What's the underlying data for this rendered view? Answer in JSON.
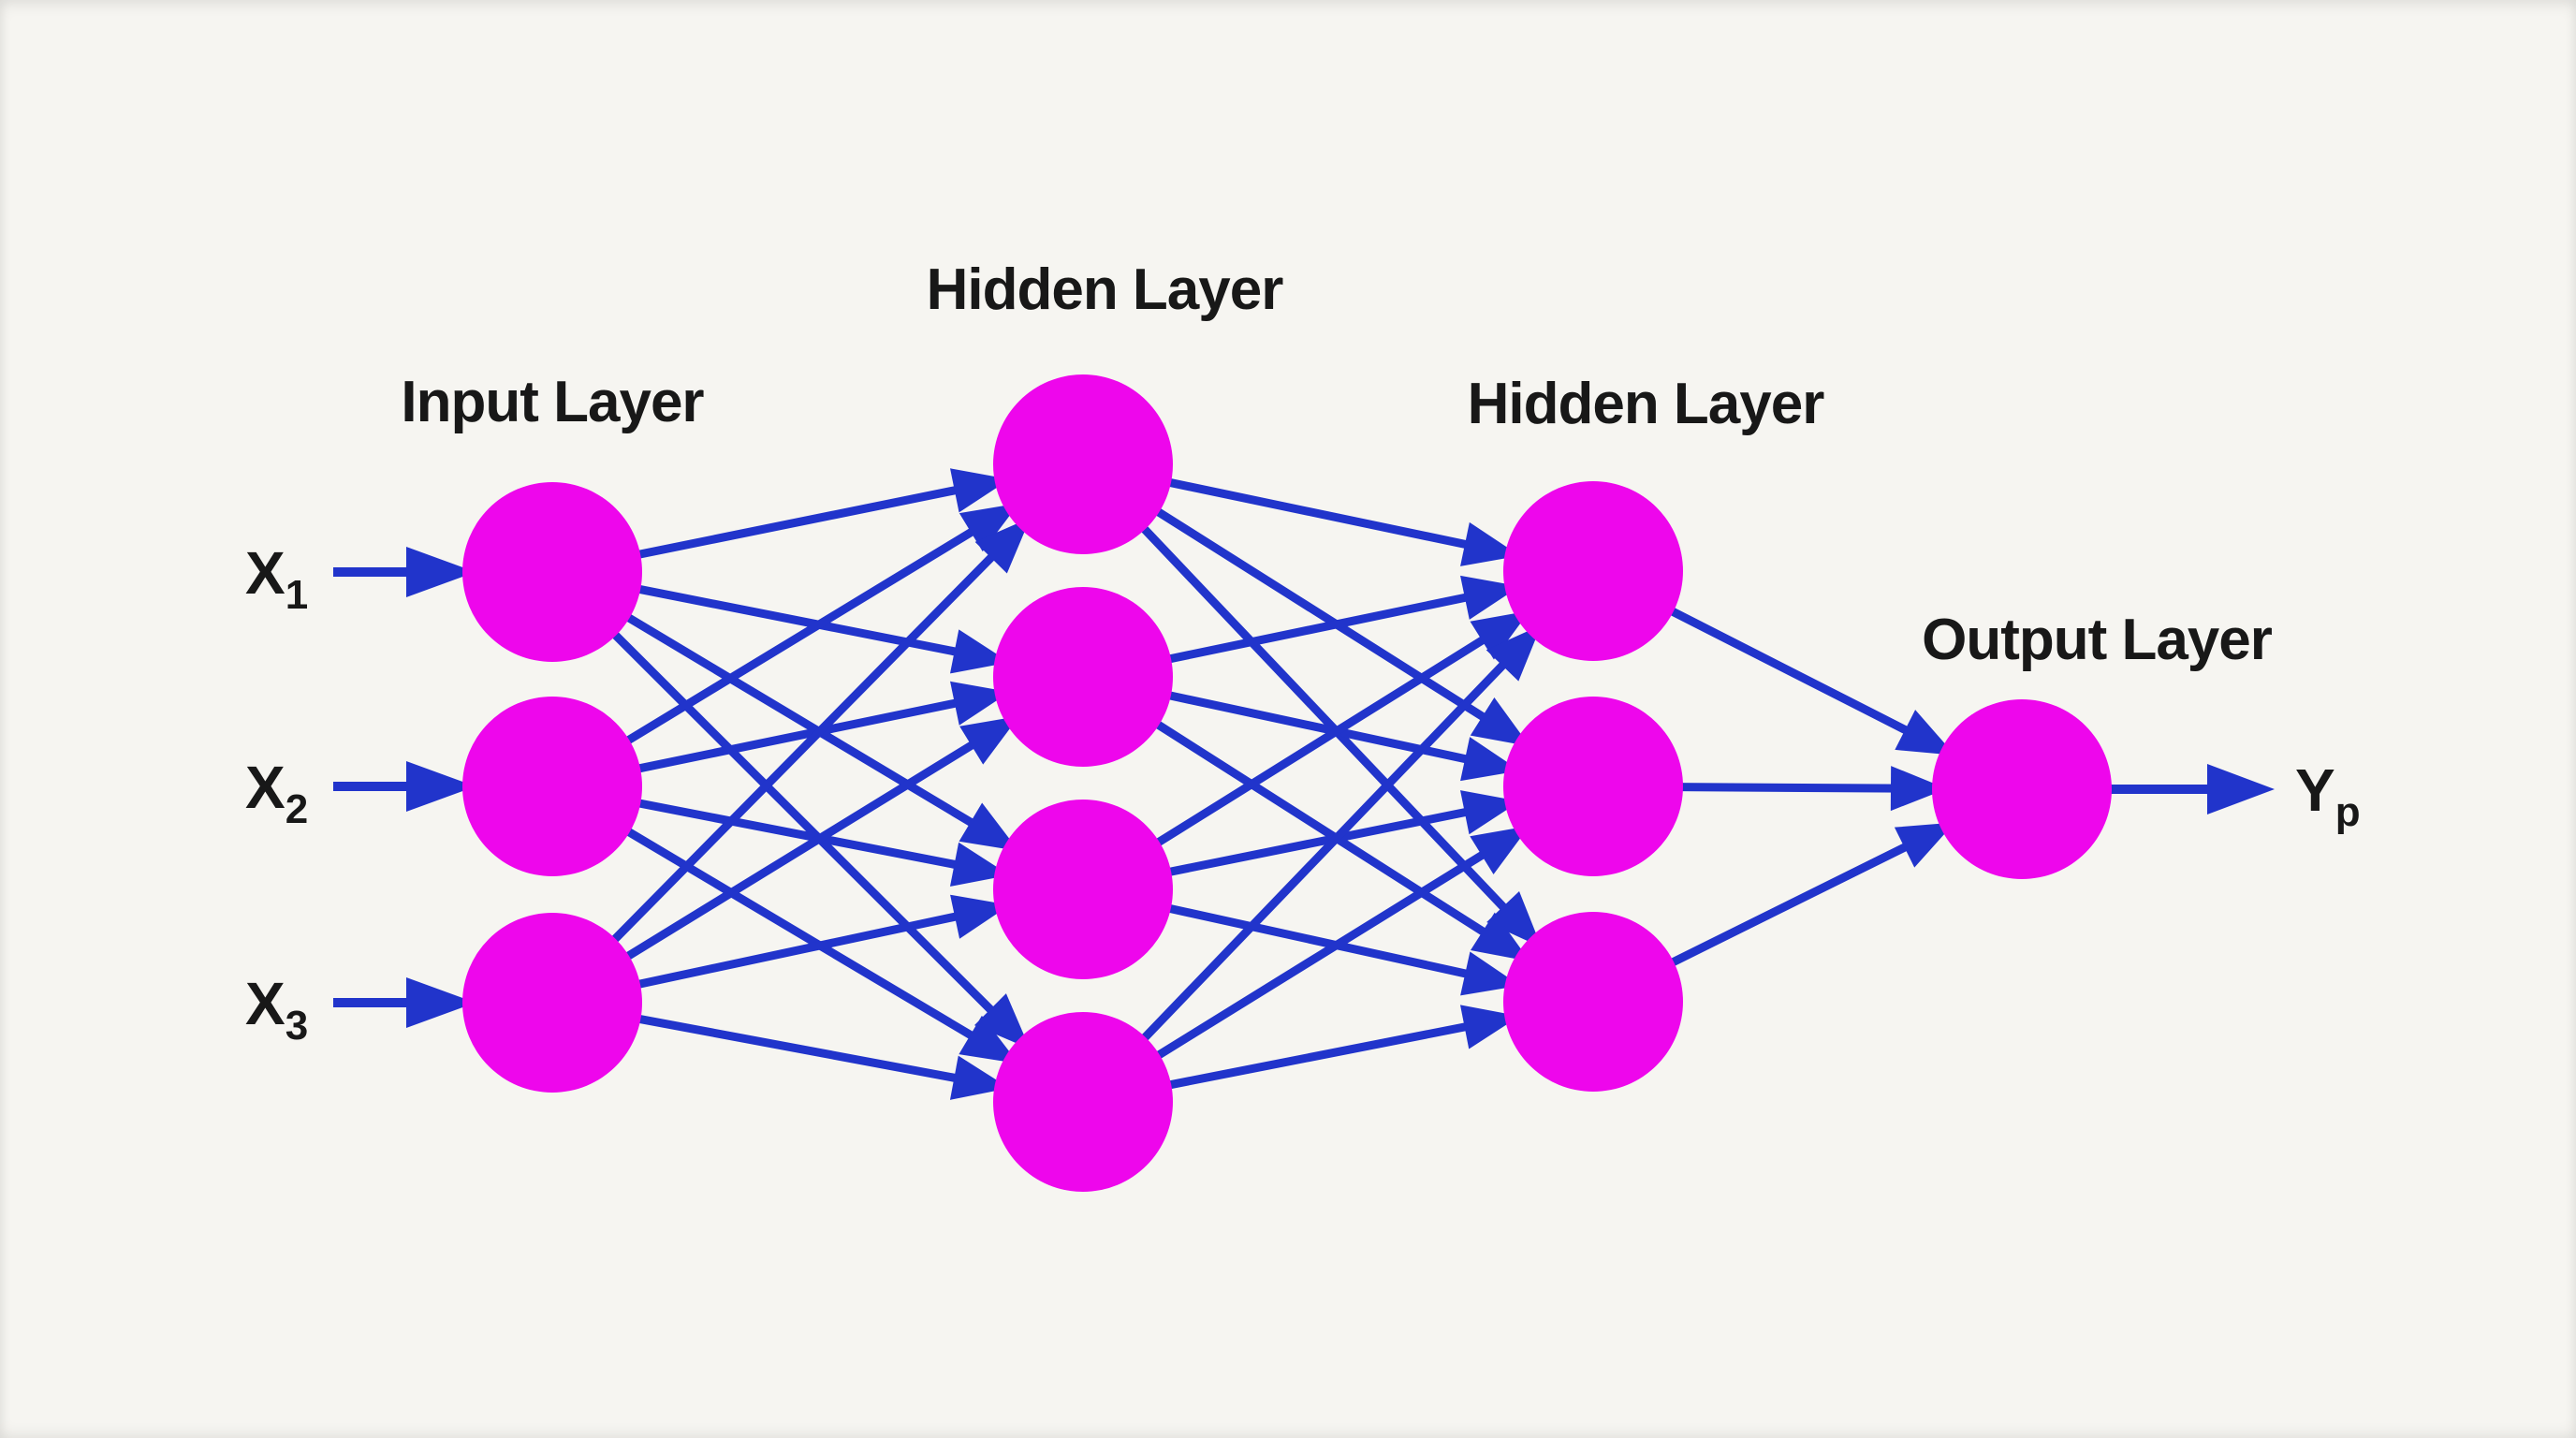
{
  "figure": {
    "background_color": "#f6f5f1",
    "node_color": "#ee06ec",
    "edge_color": "#2134cb",
    "label_color": "#181818",
    "layers": [
      {
        "label": "Input Layer",
        "role": "input",
        "node_count": 3
      },
      {
        "label": "Hidden Layer",
        "role": "hidden",
        "node_count": 4
      },
      {
        "label": "Hidden Layer",
        "role": "hidden",
        "node_count": 3
      },
      {
        "label": "Output Layer",
        "role": "output",
        "node_count": 1
      }
    ],
    "input_labels": [
      {
        "base": "X",
        "sub": "1"
      },
      {
        "base": "X",
        "sub": "2"
      },
      {
        "base": "X",
        "sub": "3"
      }
    ],
    "output_label": {
      "base": "Y",
      "sub": "p"
    },
    "connections": {
      "input_to_hidden1": "full",
      "hidden1_to_hidden2": "full",
      "hidden2_to_output": "full"
    }
  }
}
